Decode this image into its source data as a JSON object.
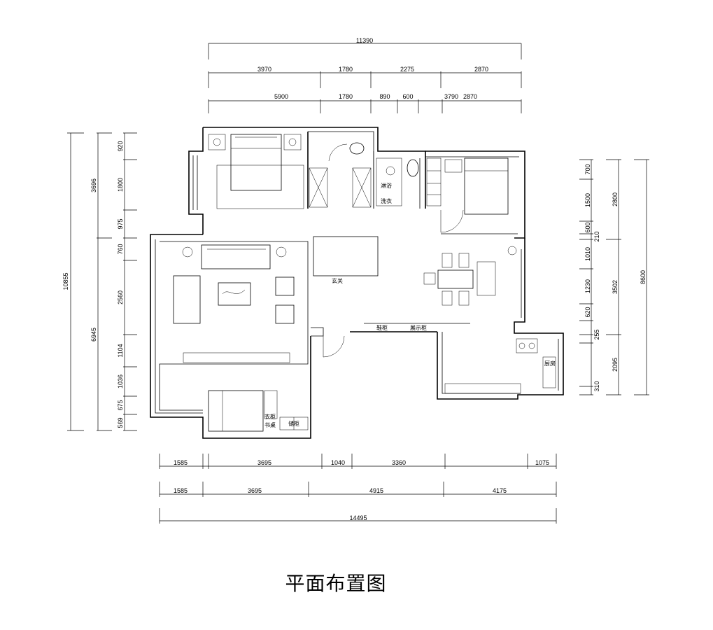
{
  "title": "平面布置图",
  "dimensions": {
    "top_total": "11390",
    "top_row1": [
      "3970",
      "1780",
      "2275",
      "2870"
    ],
    "top_row2": [
      "5900",
      "1780",
      "890",
      "600",
      "3790",
      "2870"
    ],
    "left_total": "10855",
    "left_mid": [
      "3696",
      "6945"
    ],
    "left_inner": [
      "920",
      "1800",
      "975",
      "760",
      "2560",
      "1104",
      "1036",
      "675",
      "569"
    ],
    "right_inner": [
      "700",
      "1500",
      "600",
      "210",
      "1010",
      "1230",
      "620",
      "255",
      "310"
    ],
    "right_mid": [
      "2800",
      "3502",
      "2095"
    ],
    "right_total": "8600",
    "bottom_row1": [
      "1585",
      "3695",
      "1040",
      "3360",
      "1075"
    ],
    "bottom_row2": [
      "1585",
      "3695",
      "4915",
      "4175"
    ],
    "bottom_total": "14495"
  },
  "room_labels": {
    "bath": "淋浴",
    "laundry": "洗衣",
    "foyer": "玄关",
    "shoe_cabinet": "鞋柜",
    "display_cabinet": "展示柜",
    "kitchen": "厨房",
    "wardrobe": "衣柜",
    "desk": "书桌",
    "storage": "储柜"
  }
}
